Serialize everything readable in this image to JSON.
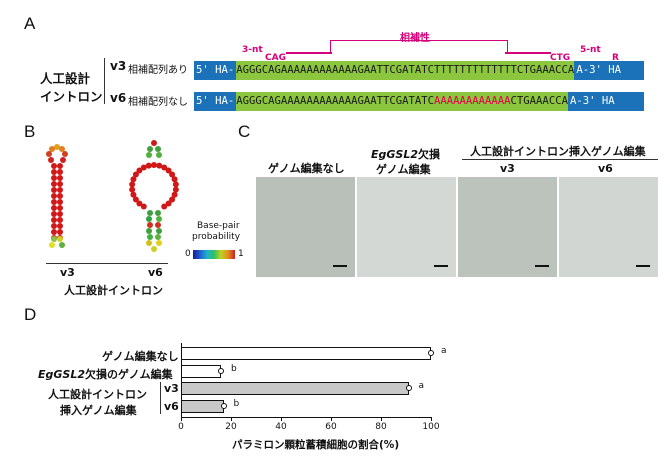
{
  "panels": {
    "a": "A",
    "b": "B",
    "c": "C",
    "d": "D"
  },
  "panelA": {
    "title_line1": "人工設計",
    "title_line2": "イントロン",
    "v3_label": "v3",
    "v3_desc": "相補配列あり",
    "v6_label": "v6",
    "v6_desc": "相補配列なし",
    "annot_3nt": "3-nt",
    "annot_cag": "CAG",
    "annot_comp": "相補性",
    "annot_ctg": "CTG",
    "annot_5nt": "5-nt",
    "annot_r": "R",
    "v3_ha5": "5' HA-",
    "v3_seq_pre": "AGGGCAGAAAAAAAAAAAAGAATTCGATATCTTTTTTTTTTTTTCTGAAACCA",
    "v3_ha3": "A-3' HA",
    "v6_ha5": "5' HA-",
    "v6_seq_pre": "AGGGCAGAAAAAAAAAAAAGAATTCGATATC",
    "v6_seq_red": "AAAAAAAAAAAA",
    "v6_seq_post": "CTGAAACCA",
    "v6_ha3": "A-3' HA"
  },
  "panelB": {
    "legend_title_1": "Base-pair",
    "legend_title_2": "probability",
    "legend_min": "0",
    "legend_max": "1",
    "v3": "v3",
    "v6": "v6",
    "caption": "人工設計イントロン"
  },
  "panelC": {
    "col1": "ゲノム編集なし",
    "col2_italic": "EgGSL2",
    "col2_rest": "欠損",
    "col2_line2": "ゲノム編集",
    "group": "人工設計イントロン挿入ゲノム編集",
    "v3": "v3",
    "v6": "v6"
  },
  "chart_data": {
    "type": "bar",
    "orientation": "horizontal",
    "categories": [
      "ゲノム編集なし",
      "EgGSL2欠損のゲノム編集",
      "v3",
      "v6"
    ],
    "values": [
      100,
      16,
      91,
      17
    ],
    "significance": [
      "a",
      "b",
      "a",
      "b"
    ],
    "xlabel": "パラミロン顆粒蓄積細胞の割合(%)",
    "xlim": [
      0,
      100
    ],
    "xticks": [
      0,
      20,
      40,
      60,
      80,
      100
    ],
    "group_label_line1": "人工設計イントロン",
    "group_label_line2": "挿入ゲノム編集",
    "bar_colors": [
      "#ffffff",
      "#ffffff",
      "#c8c8c8",
      "#c8c8c8"
    ]
  },
  "panelD_labels": {
    "row1": "ゲノム編集なし",
    "row2_italic": "EgGSL2",
    "row2_rest": "欠損のゲノム編集",
    "row3": "v3",
    "row4": "v6"
  }
}
